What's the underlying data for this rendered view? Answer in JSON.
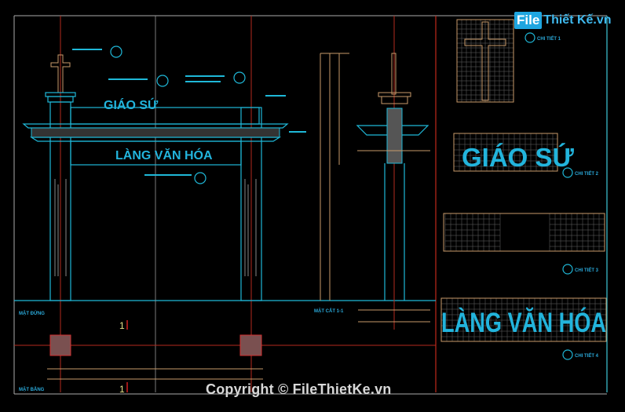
{
  "drawing": {
    "elevation": {
      "top_sign": "GIÁO SỨ",
      "bottom_sign": "LÀNG VĂN HÓA"
    },
    "section_label": "MẶT CẮT 1-1",
    "plan_label": "MẶT BẰNG",
    "elevation_label": "MẶT ĐỨNG",
    "section_markers": [
      "1",
      "1"
    ],
    "details": [
      {
        "title": "CHI TIẾT 1"
      },
      {
        "title": "CHI TIẾT 2",
        "text": "GIÁO SỨ"
      },
      {
        "title": "CHI TIẾT 3"
      },
      {
        "title": "CHI TIẾT 4",
        "text": "LÀNG VĂN HÓA"
      }
    ],
    "colors": {
      "line": "#1fb8d8",
      "axis": "#b32a1e",
      "dimension": "#c99a6a",
      "background": "#000000"
    }
  },
  "watermark": {
    "logo_file": "File",
    "logo_rest": "Thiết Kế.vn",
    "copyright": "Copyright © FileThietKe.vn"
  }
}
